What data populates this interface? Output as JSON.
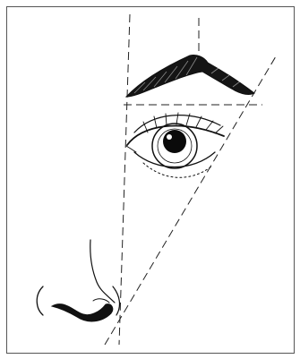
{
  "figure": {
    "subject": "face-proportion-guide",
    "parts": [
      "eyebrow",
      "eye",
      "nose"
    ],
    "guide_style": "dashed",
    "colors": {
      "ink": "#111111",
      "frame": "#555555",
      "background": "#ffffff"
    }
  }
}
